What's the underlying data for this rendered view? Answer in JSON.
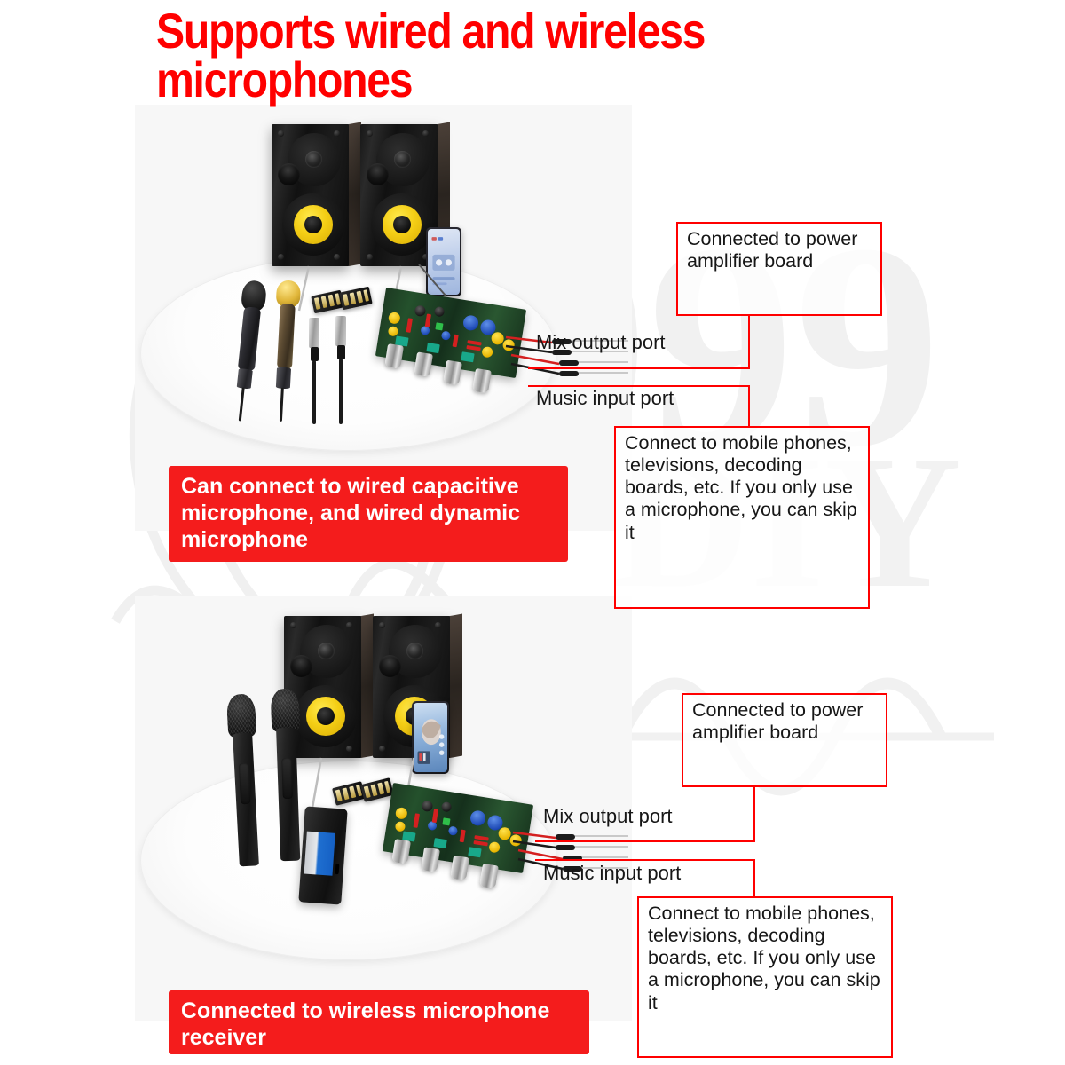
{
  "title": "Supports wired and wireless microphones",
  "colors": {
    "accent_red": "#ff0000",
    "banner_red": "#f41c1c",
    "text_dark": "#161616",
    "panel_bg": "#f7f7f7",
    "woofer_yellow": "#f5cf16"
  },
  "watermark": {
    "digits": "999",
    "script": "DIY"
  },
  "sections": [
    {
      "id": "wired",
      "scene_label": "wired-microphone-setup-photo",
      "devices": [
        "speaker-left",
        "speaker-right",
        "smartphone",
        "wired-dynamic-microphone",
        "wired-capacitive-microphone",
        "audio-mixer-board"
      ],
      "callouts": {
        "amp": "Connected to power amplifier board",
        "mix_output": "Mix output port",
        "music_input": "Music input port",
        "music_note": "Connect to mobile phones, televisions, decoding boards, etc. If you only use a microphone, you can skip it"
      },
      "banner": "Can connect to wired capacitive microphone, and wired dynamic microphone"
    },
    {
      "id": "wireless",
      "scene_label": "wireless-microphone-setup-photo",
      "devices": [
        "speaker-left",
        "speaker-right",
        "smartphone",
        "wireless-microphone-1",
        "wireless-microphone-2",
        "wireless-receiver",
        "audio-mixer-board"
      ],
      "callouts": {
        "amp": "Connected to power amplifier board",
        "mix_output": "Mix output port",
        "music_input": "Music input port",
        "music_note": "Connect to mobile phones, televisions, decoding boards, etc. If you only use a microphone, you can skip it"
      },
      "banner": "Connected to wireless microphone receiver"
    }
  ]
}
